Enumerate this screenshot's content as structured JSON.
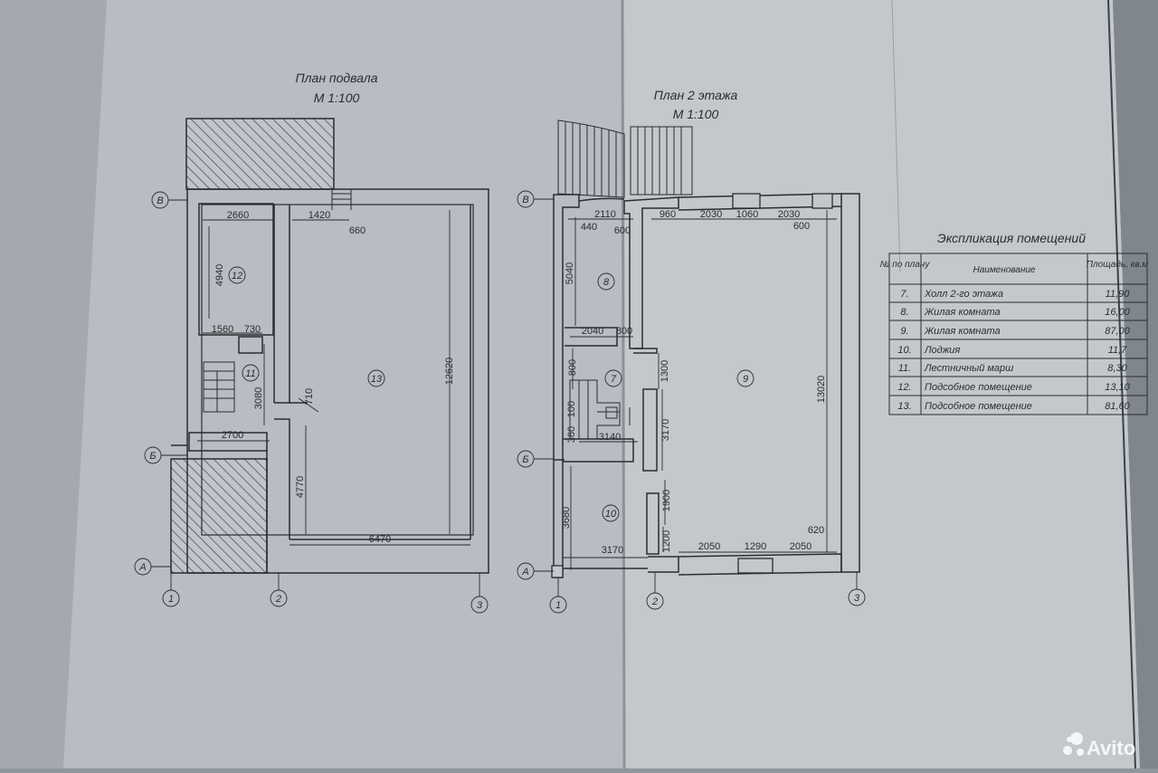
{
  "basement": {
    "title": "План подвала",
    "scale": "М 1:100",
    "rooms": [
      "12",
      "11",
      "13"
    ],
    "dims": [
      "2660",
      "1420",
      "660",
      "4940",
      "1560",
      "730",
      "3080",
      "710",
      "12620",
      "2700",
      "4770",
      "6470"
    ]
  },
  "floor2": {
    "title": "План 2 этажа",
    "scale": "М 1:100",
    "rooms": [
      "8",
      "7",
      "9",
      "10"
    ],
    "dims": [
      "2110",
      "440",
      "600",
      "960",
      "2030",
      "1060",
      "2030",
      "600",
      "5040",
      "2040",
      "800",
      "800",
      "1300",
      "13020",
      "100",
      "3140",
      "3170",
      "360",
      "1900",
      "3680",
      "1200",
      "3170",
      "2050",
      "1290",
      "2050",
      "620"
    ]
  },
  "axes": {
    "rows": [
      "В",
      "Б",
      "А"
    ],
    "cols": [
      "1",
      "2",
      "3"
    ]
  },
  "explication": {
    "title": "Экспликация  помещений",
    "headers": [
      "№ по плану",
      "Наименование",
      "Площадь, кв.м"
    ],
    "rows": [
      {
        "num": "7.",
        "name": "Холл 2-го этажа",
        "area": "11,90"
      },
      {
        "num": "8.",
        "name": "Жилая комната",
        "area": "16,00"
      },
      {
        "num": "9.",
        "name": "Жилая комната",
        "area": "87,00"
      },
      {
        "num": "10.",
        "name": "Лоджия",
        "area": "11,7"
      },
      {
        "num": "11.",
        "name": "Лестничный марш",
        "area": "8,30"
      },
      {
        "num": "12.",
        "name": "Подсобное помещение",
        "area": "13,10"
      },
      {
        "num": "13.",
        "name": "Подсобное помещение",
        "area": "81,60"
      }
    ]
  },
  "watermark": "Avito"
}
